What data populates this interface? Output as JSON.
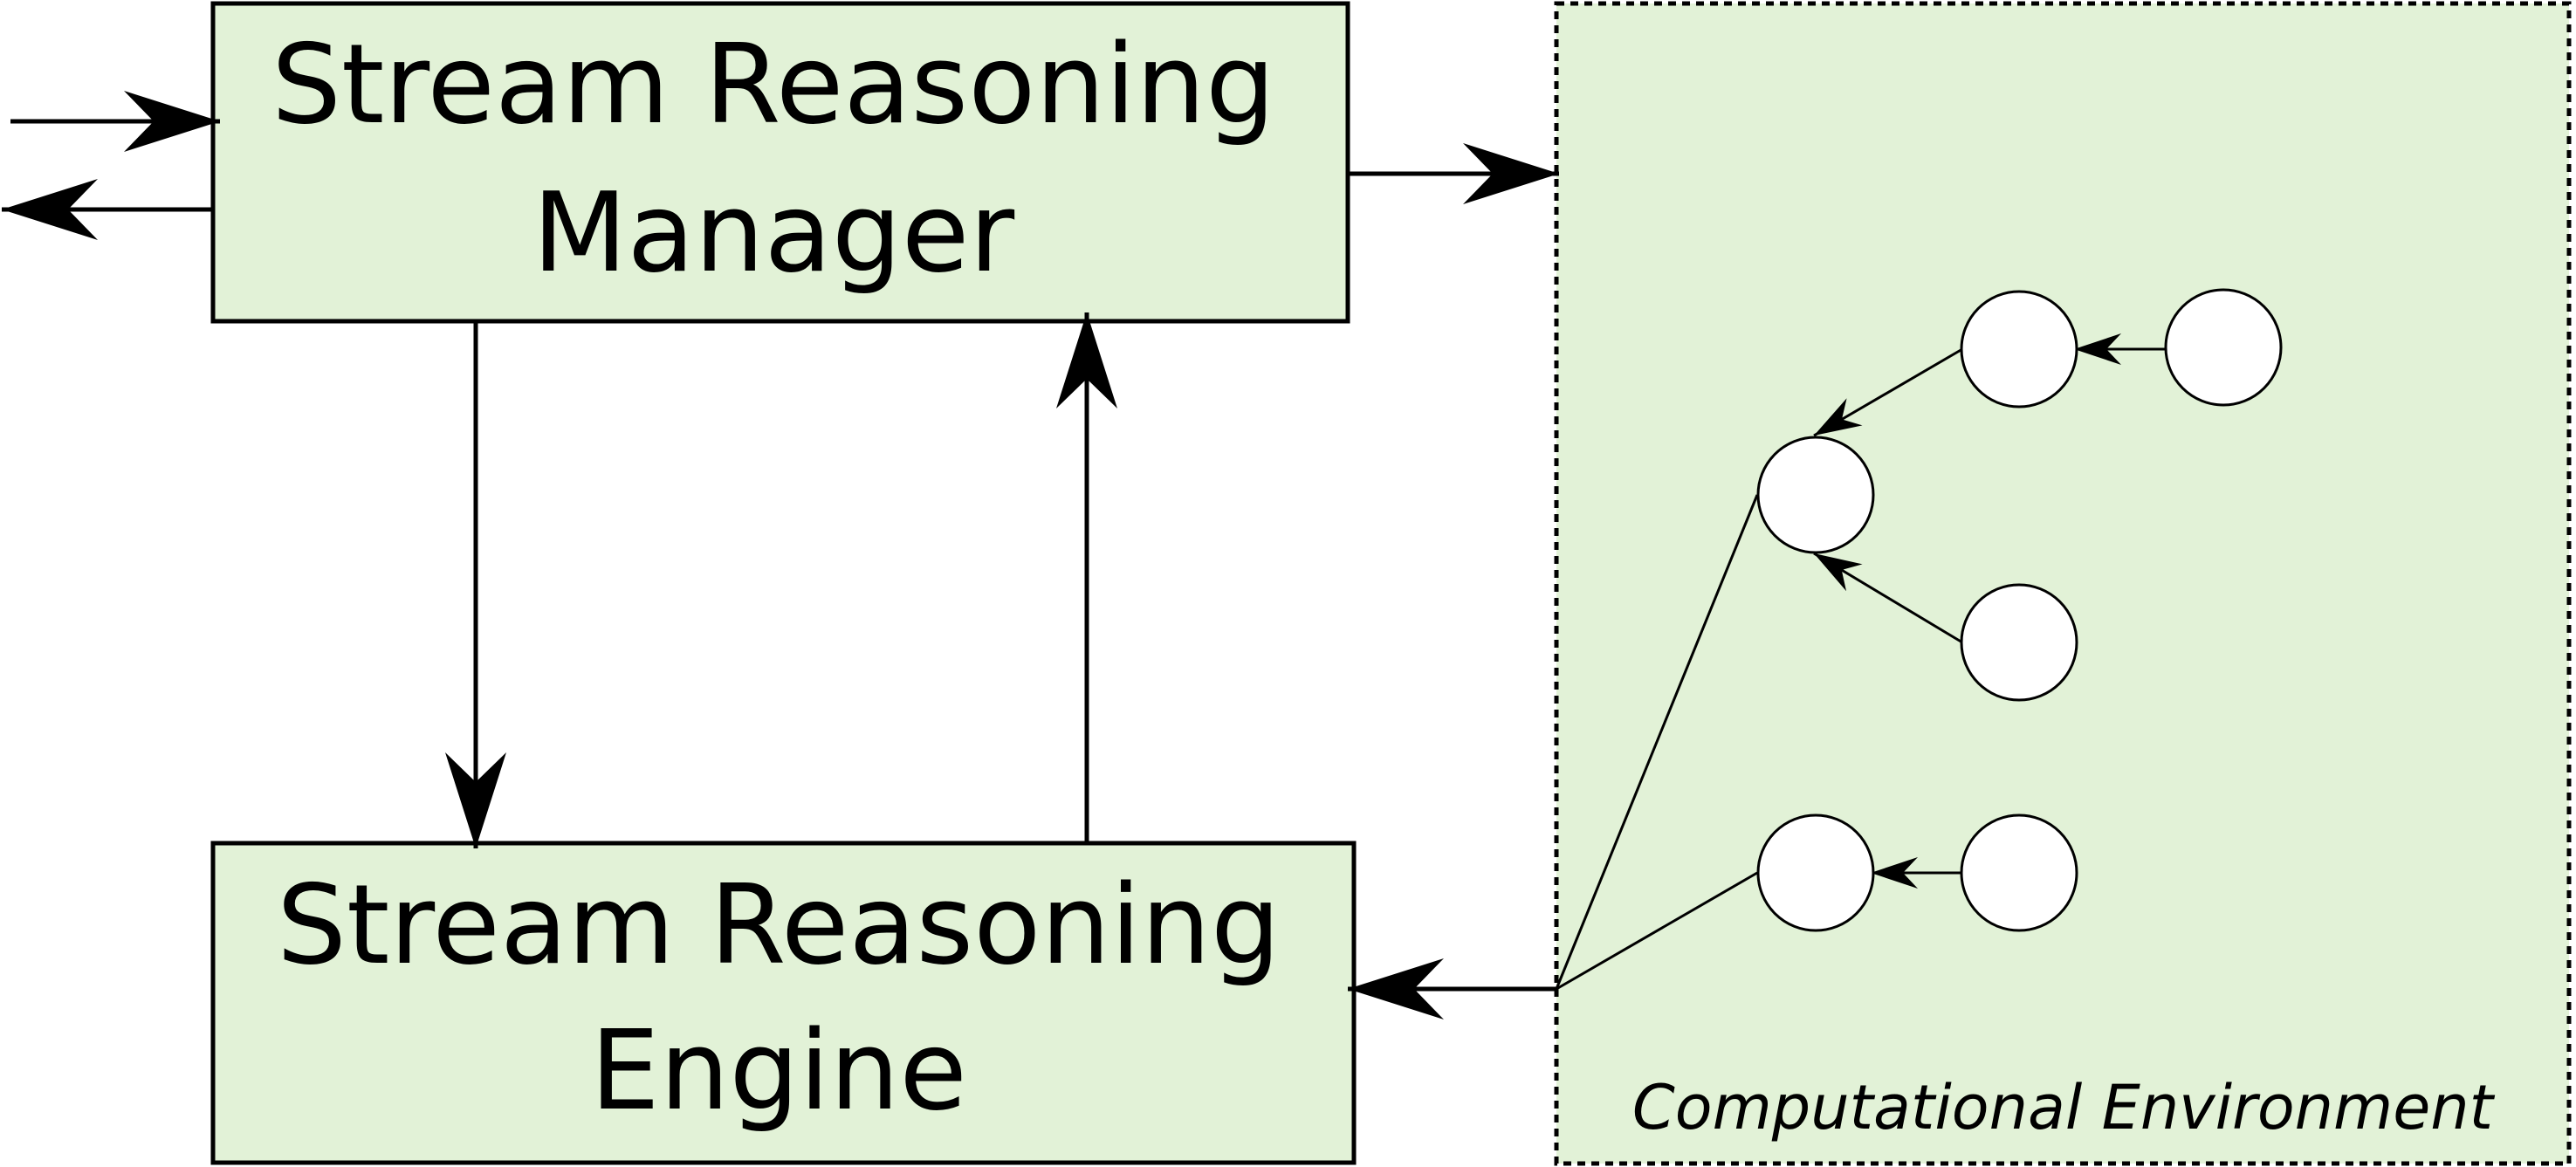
{
  "diagram": {
    "manager": {
      "line1": "Stream Reasoning",
      "line2": "Manager"
    },
    "engine": {
      "line1": "Stream Reasoning",
      "line2": "Engine"
    },
    "environment": {
      "label": "Computational Environment"
    }
  }
}
